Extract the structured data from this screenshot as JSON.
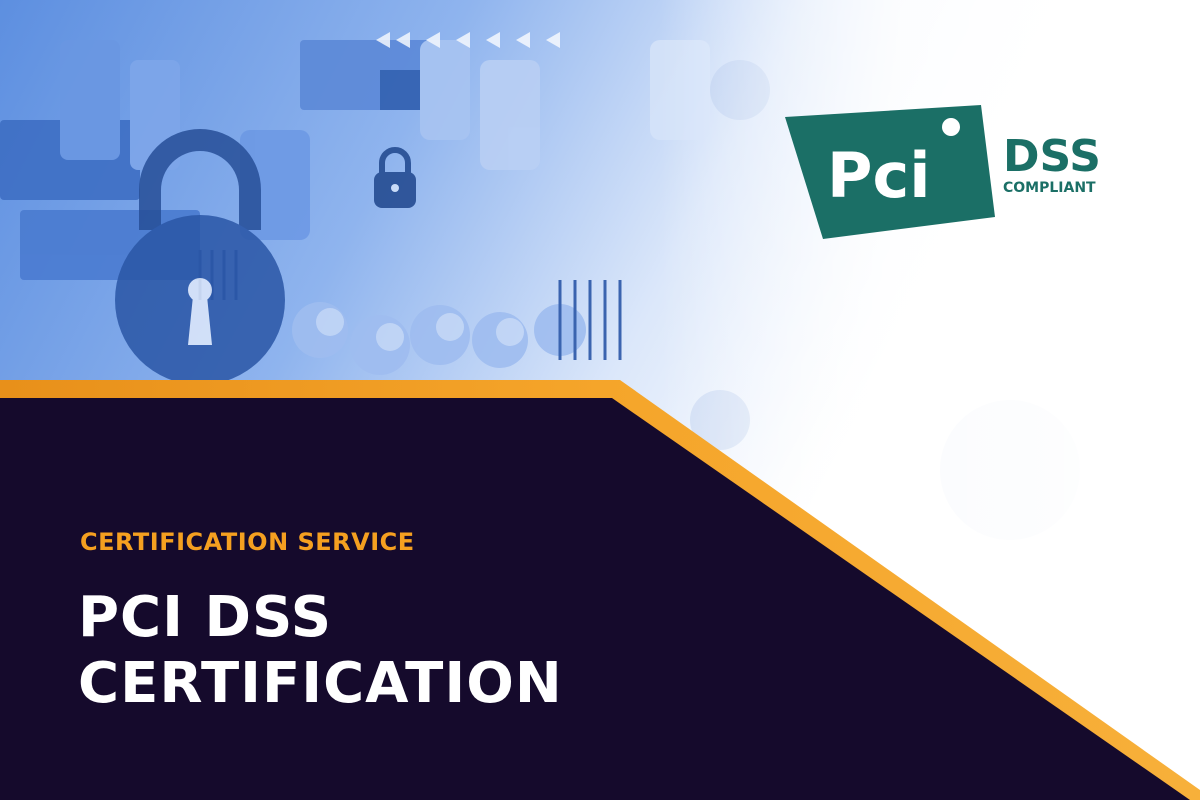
{
  "hero": {
    "subtitle": "CERTIFICATION SERVICE",
    "title_line1": "PCI DSS",
    "title_line2": "CERTIFICATION"
  },
  "logo": {
    "mark_text": "Pci",
    "dss_text": "DSS",
    "compliant_text": "COMPLIANT",
    "color": "#1b6f66"
  },
  "colors": {
    "navy": "#150a2c",
    "orange": "#f5a020",
    "circuit_blue": "#6f9ee8"
  },
  "icons": [
    "padlock-icon",
    "circuit-board-background"
  ]
}
